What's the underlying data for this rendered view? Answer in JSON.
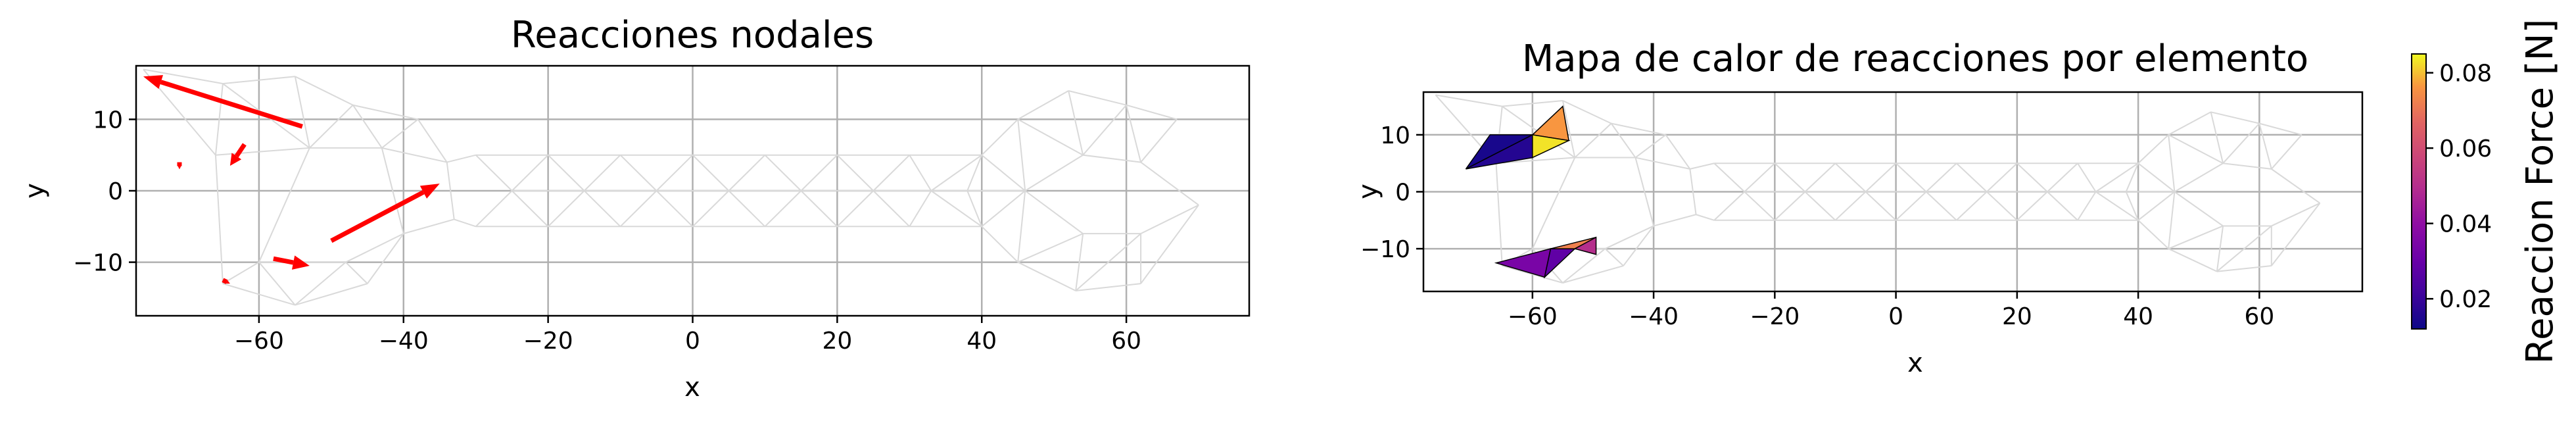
{
  "chart_data": [
    {
      "type": "mesh-quiver",
      "title": "Reacciones nodales",
      "xlabel": "x",
      "ylabel": "y",
      "xlim": [
        -77,
        77
      ],
      "ylim": [
        -17.5,
        17.5
      ],
      "xticks": [
        -60,
        -40,
        -20,
        0,
        20,
        40,
        60
      ],
      "yticks": [
        -10,
        0,
        10
      ],
      "grid": true,
      "mesh_color": "#d9d9d9",
      "arrow_color": "#ff0000",
      "arrows": [
        {
          "x": -54,
          "y": 9,
          "dx": -22,
          "dy": 7
        },
        {
          "x": -62,
          "y": 6.5,
          "dx": -2,
          "dy": -3
        },
        {
          "x": -71,
          "y": 4,
          "dx": 0,
          "dy": -1
        },
        {
          "x": -50,
          "y": -7,
          "dx": 15,
          "dy": 8
        },
        {
          "x": -58,
          "y": -9.5,
          "dx": 5,
          "dy": -1
        },
        {
          "x": -65,
          "y": -12.5,
          "dx": 1,
          "dy": -0.5
        }
      ]
    },
    {
      "type": "mesh-heatmap",
      "title": "Mapa de calor de reacciones por elemento",
      "xlabel": "x",
      "ylabel": "y",
      "xlim": [
        -78,
        77
      ],
      "ylim": [
        -17.5,
        17.5
      ],
      "xticks": [
        -60,
        -40,
        -20,
        0,
        20,
        40,
        60
      ],
      "yticks": [
        -10,
        0,
        10
      ],
      "grid": true,
      "mesh_color": "#d9d9d9",
      "colormap": "plasma",
      "colorbar": {
        "label": "Reaccion Force [N]",
        "vmin": 0.012,
        "vmax": 0.085,
        "ticks": [
          0.02,
          0.04,
          0.06,
          0.08
        ]
      },
      "elements": [
        {
          "vertices": [
            [
              -71,
              4
            ],
            [
              -67,
              10
            ],
            [
              -60,
              10
            ]
          ],
          "value": 0.014
        },
        {
          "vertices": [
            [
              -71,
              4
            ],
            [
              -60,
              10
            ],
            [
              -60,
              6
            ]
          ],
          "value": 0.016
        },
        {
          "vertices": [
            [
              -60,
              10
            ],
            [
              -55,
              15
            ],
            [
              -54,
              9
            ]
          ],
          "value": 0.076
        },
        {
          "vertices": [
            [
              -60,
              6
            ],
            [
              -60,
              10
            ],
            [
              -54,
              9
            ]
          ],
          "value": 0.083
        },
        {
          "vertices": [
            [
              -66,
              -12.5
            ],
            [
              -58,
              -15
            ],
            [
              -57,
              -10
            ]
          ],
          "value": 0.034
        },
        {
          "vertices": [
            [
              -58,
              -15
            ],
            [
              -53,
              -10
            ],
            [
              -57,
              -10
            ]
          ],
          "value": 0.028
        },
        {
          "vertices": [
            [
              -57,
              -10
            ],
            [
              -53,
              -10
            ],
            [
              -49.5,
              -8
            ]
          ],
          "value": 0.072
        },
        {
          "vertices": [
            [
              -53,
              -10
            ],
            [
              -49.5,
              -11
            ],
            [
              -49.5,
              -8
            ]
          ],
          "value": 0.05
        }
      ]
    }
  ]
}
